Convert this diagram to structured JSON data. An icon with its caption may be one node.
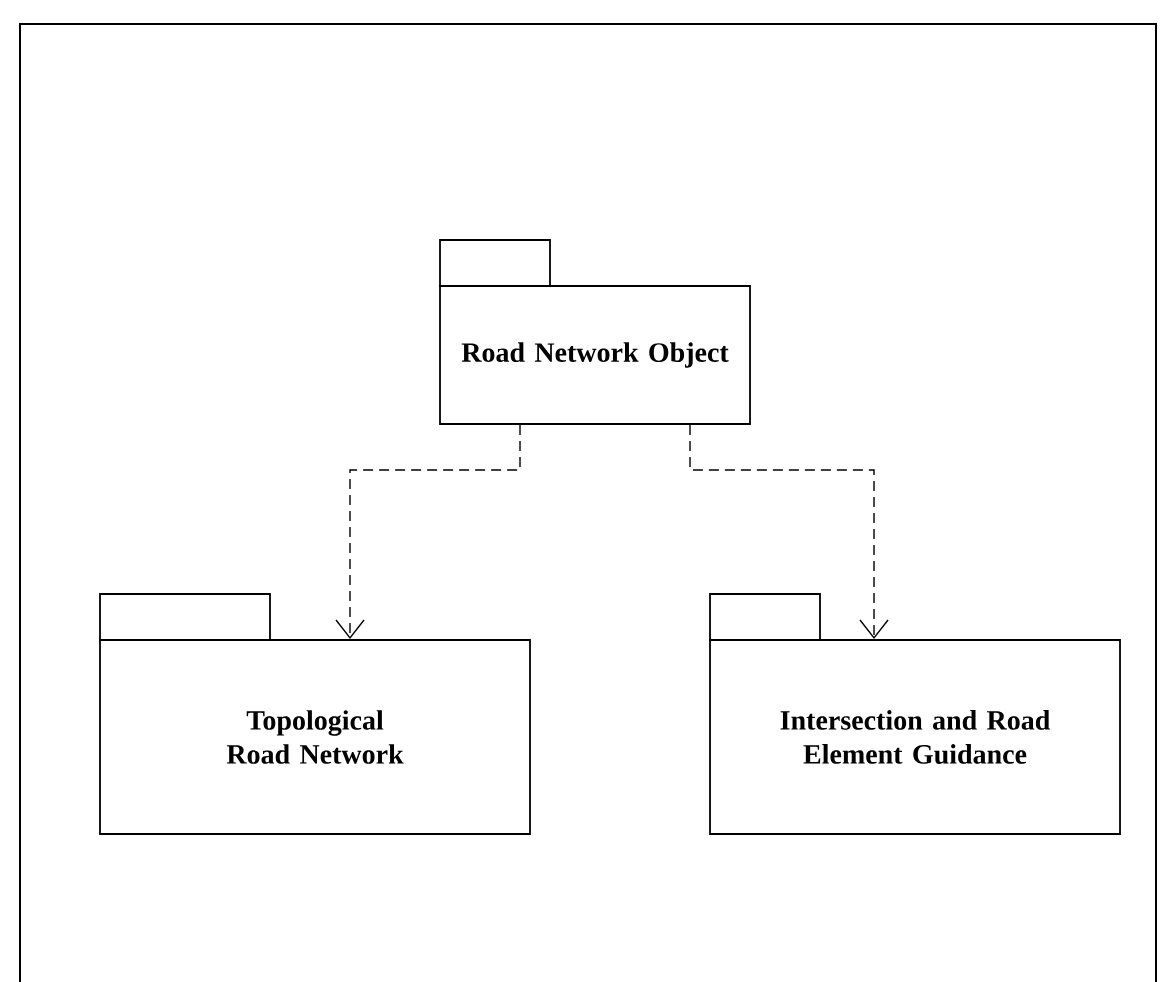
{
  "diagram": {
    "nodes": [
      {
        "text": [
          "Road Network Object"
        ]
      },
      {
        "text": [
          "Topological Road Network"
        ]
      },
      {
        "text": [
          "Intersection and Road Element Guidance"
        ]
      }
    ],
    "edges": [
      {
        "from": 0,
        "to": 1,
        "arrow": "to",
        "style": "dashed"
      },
      {
        "from": 0,
        "to": 2,
        "arrow": "to",
        "style": "dashed"
      }
    ]
  }
}
